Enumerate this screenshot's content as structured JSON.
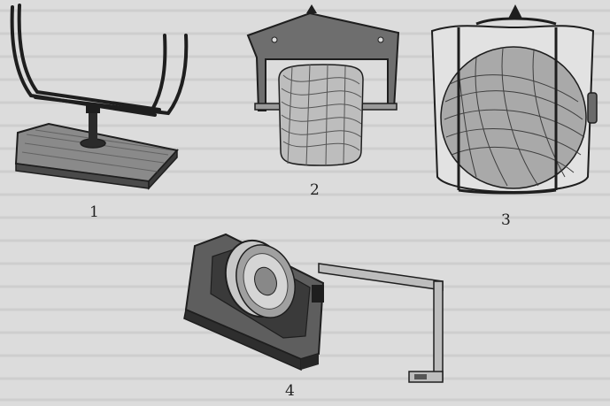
{
  "figures": [
    {
      "id": "1",
      "label": "1"
    },
    {
      "id": "2",
      "label": "2"
    },
    {
      "id": "3",
      "label": "3"
    },
    {
      "id": "4",
      "label": "4"
    }
  ],
  "colors": {
    "paper": "#dcdcdc",
    "ink": "#1e1e1e",
    "mid": "#6a6a6a",
    "light": "#a8a8a8"
  }
}
